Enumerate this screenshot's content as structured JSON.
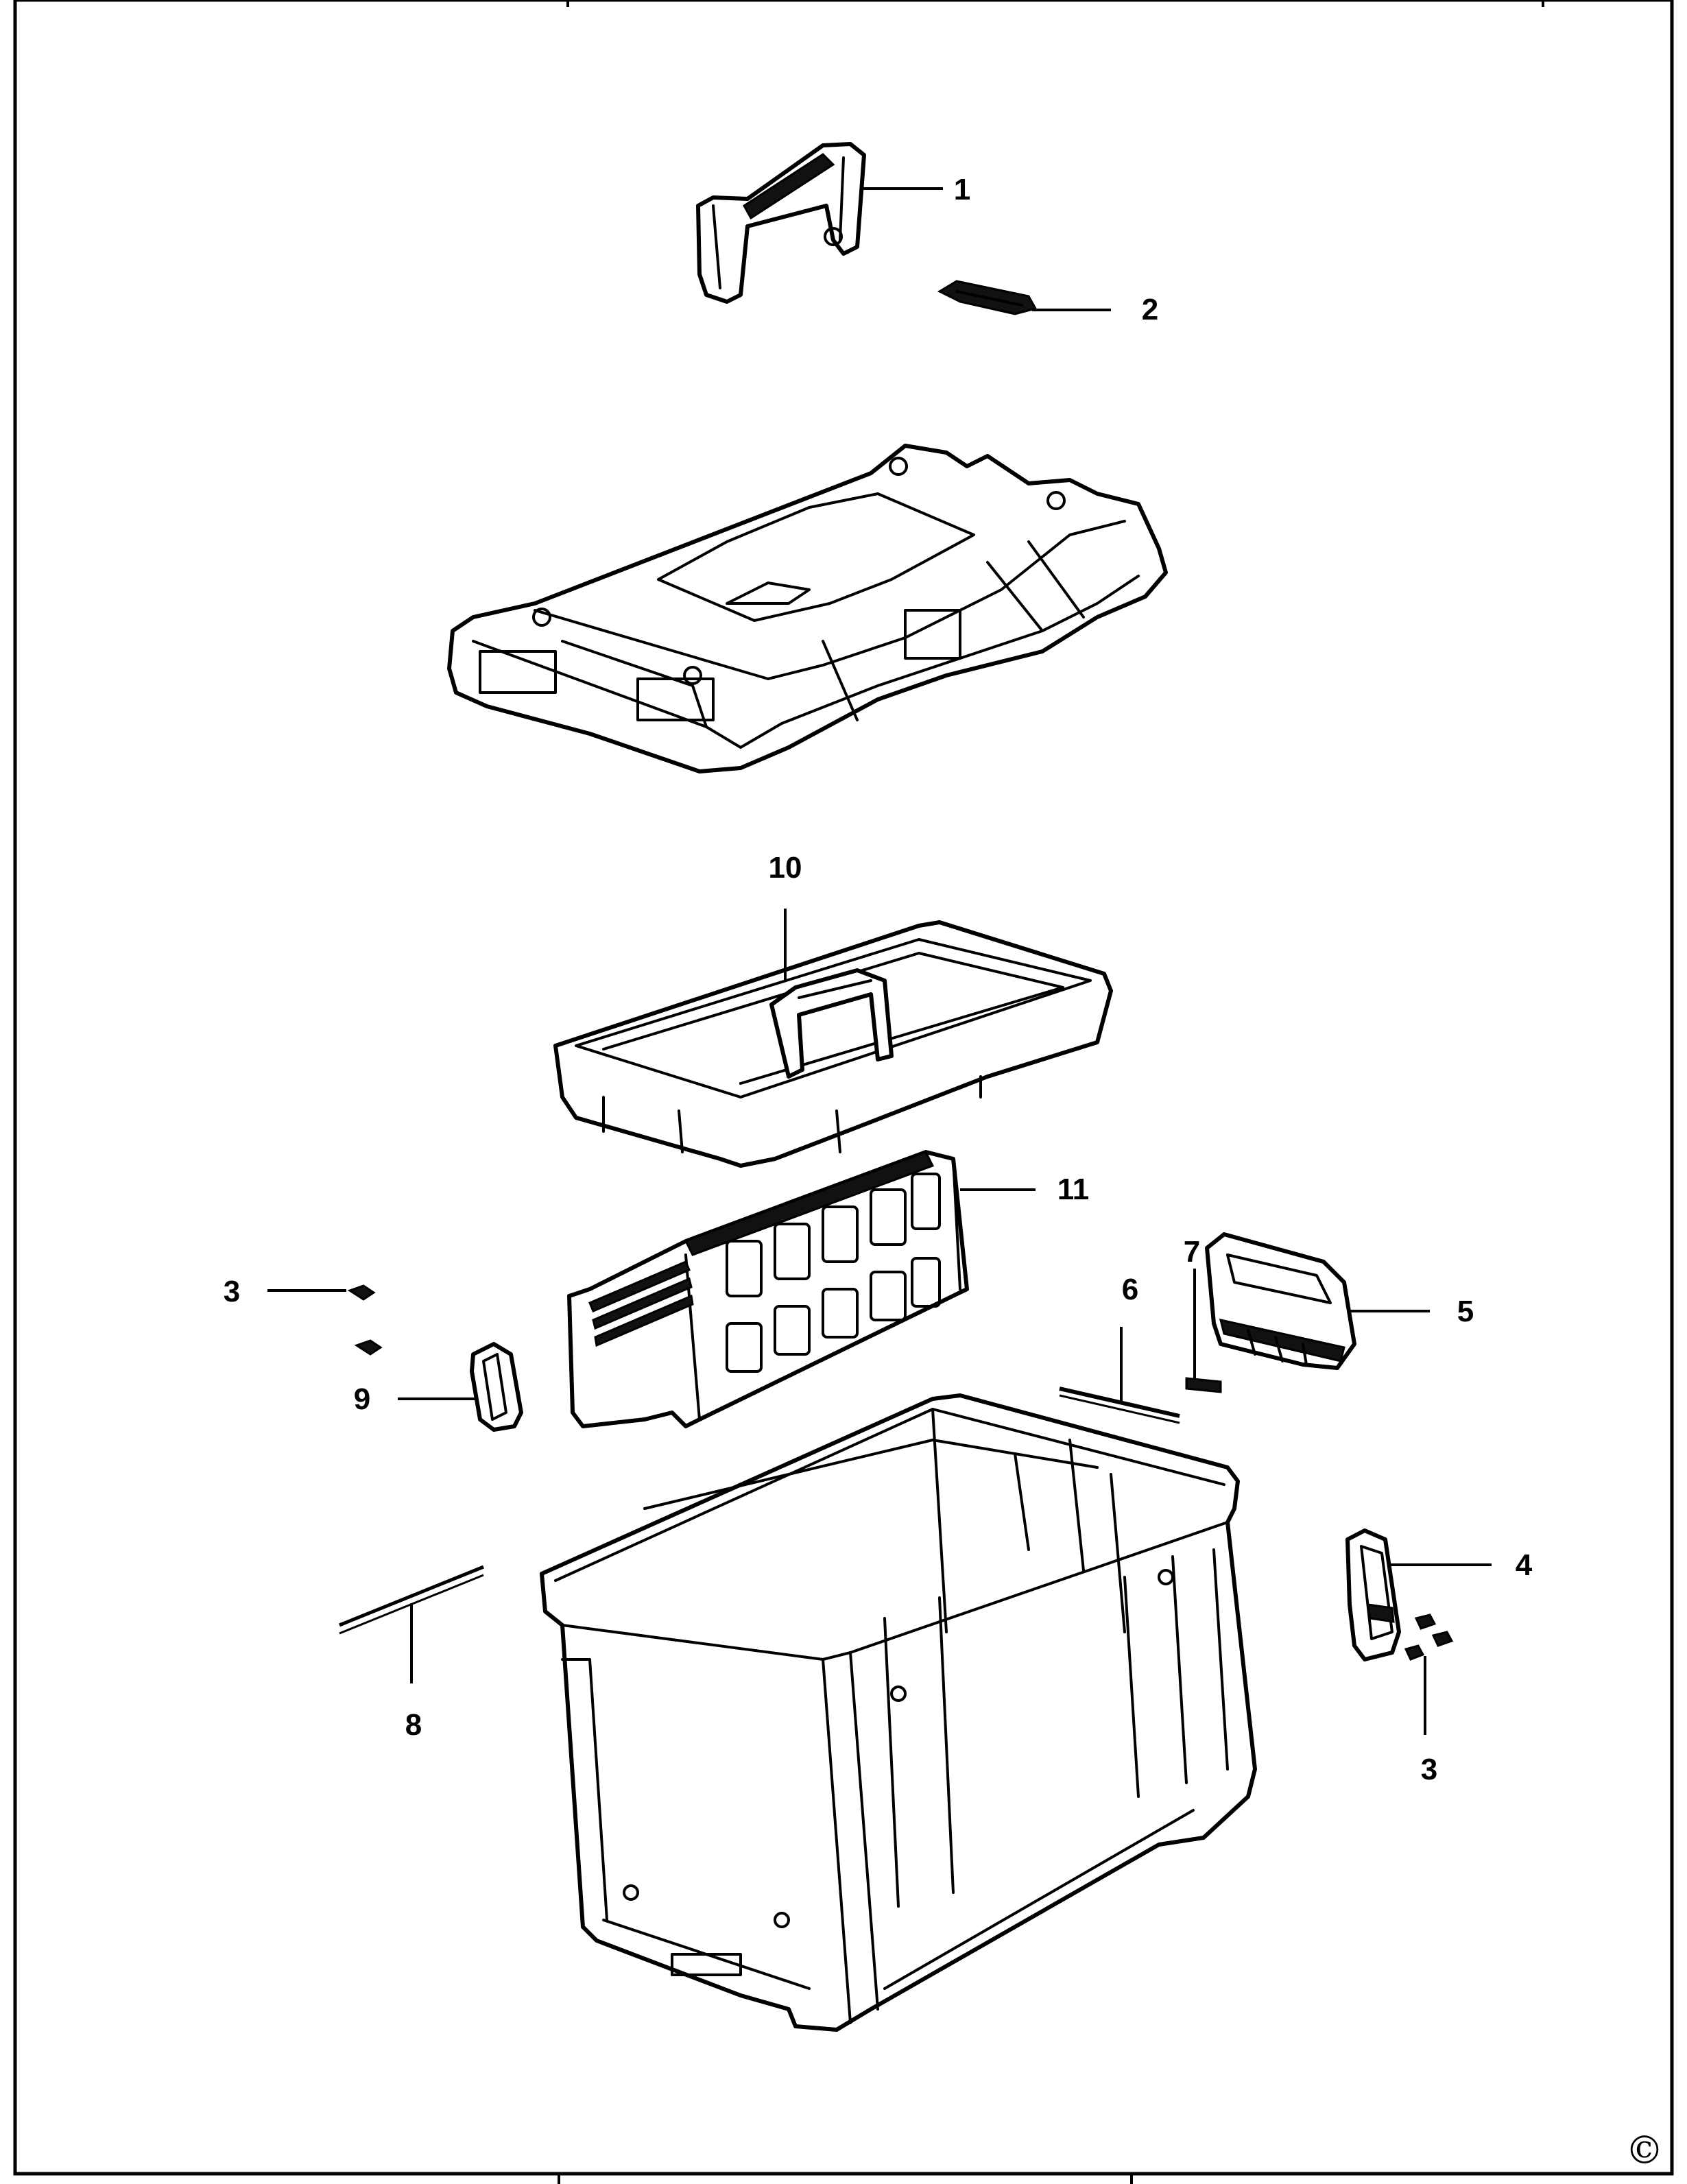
{
  "diagram": {
    "callouts": {
      "c1": "1",
      "c2": "2",
      "c3a": "3",
      "c3b": "3",
      "c4": "4",
      "c5": "5",
      "c6": "6",
      "c7": "7",
      "c8": "8",
      "c9": "9",
      "c10": "10",
      "c11": "11"
    },
    "copyright_symbol": "©"
  }
}
